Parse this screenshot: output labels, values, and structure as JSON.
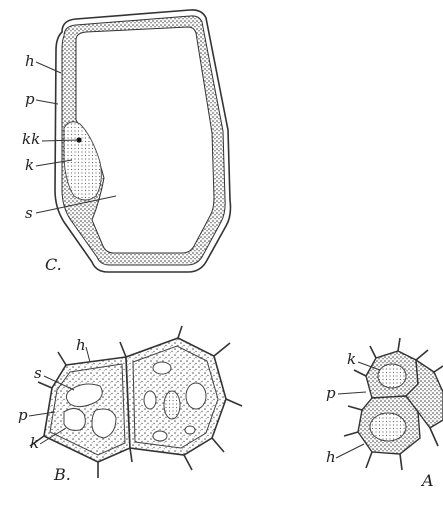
{
  "figure": {
    "cell_C": {
      "caption": "C.",
      "labels": {
        "h": "h",
        "p": "p",
        "kk": "kk",
        "k": "k",
        "s": "s"
      }
    },
    "cell_B": {
      "caption": "B.",
      "labels": {
        "h": "h",
        "s": "s",
        "p": "p",
        "k": "k"
      }
    },
    "cell_A": {
      "caption": "A",
      "labels": {
        "k": "k",
        "p": "p",
        "h": "h"
      }
    }
  }
}
